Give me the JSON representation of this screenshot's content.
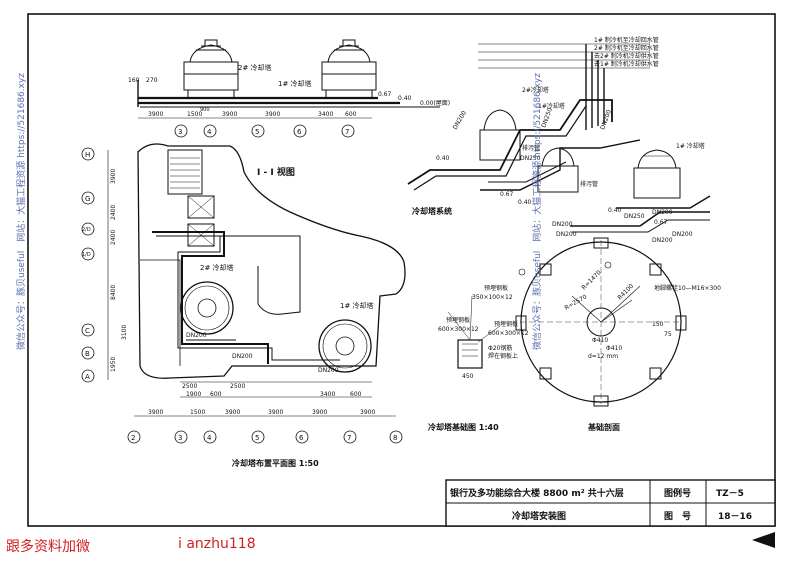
{
  "elevation": {
    "tower1": "1# 冷却塔",
    "tower2": "2# 冷却塔",
    "dims_top": [
      "160",
      "270"
    ],
    "dims_row": [
      "3900",
      "1500",
      "900",
      "3900",
      "3900",
      "3400",
      "600"
    ],
    "axes": [
      "3",
      "4",
      "5",
      "6",
      "7"
    ],
    "levels": [
      "0.67",
      "0.40",
      "0.00(屋面)"
    ]
  },
  "section_title": "I - I 视图",
  "plan": {
    "row_axes": [
      "H",
      "G",
      "2/D",
      "1/D",
      "C",
      "B",
      "A"
    ],
    "side_dims": [
      "3900",
      "2400",
      "2400",
      "8400",
      "3100",
      "1950"
    ],
    "col_axes_bottom": [
      "2",
      "3",
      "4",
      "5",
      "6",
      "7",
      "8"
    ],
    "dims_row1": [
      "2500",
      "2500"
    ],
    "dims_row2": [
      "1900",
      "600",
      "3400",
      "600"
    ],
    "dims_row3": [
      "3900",
      "1500",
      "3900",
      "3900",
      "3900",
      "3900"
    ],
    "tower1": "1# 冷却塔",
    "tower2": "2# 冷却塔",
    "pipes": [
      "DN200",
      "DN200",
      "DN200"
    ],
    "title": "冷却塔布置平面图 1:50"
  },
  "iso": {
    "legend": [
      "1# 制冷机至冷却回水管",
      "2# 制冷机至冷却回水管",
      "去2# 制冷机冷却供水管",
      "去1# 制冷机冷却供水管"
    ],
    "labels": [
      "DN200",
      "DN250",
      "DN200",
      "DN250",
      "DN200",
      "DN200",
      "0.40",
      "0.40",
      "0.67",
      "2#冷却塔",
      "1#冷却塔",
      "排污管",
      "排污管"
    ],
    "title": "冷却塔系统",
    "detail_tower": "1# 冷却塔",
    "detail_labels": [
      "DN200",
      "DN250",
      "0.40",
      "0.67",
      "DN200",
      "DN200"
    ]
  },
  "foundation": {
    "plates": [
      "预埋钢板",
      "350×100×12",
      "预埋钢板",
      "600×300×12",
      "预埋钢板",
      "600×300×12"
    ],
    "rebar": [
      "Φ20钢筋",
      "焊在钢板上"
    ],
    "dims": [
      "450",
      "R=1470",
      "R=2570",
      "R4100",
      "Φ410",
      "Φ410",
      "d=12 mm",
      "150",
      "75"
    ],
    "bolt": "地脚螺栓10—M16×300",
    "title_left": "冷却塔基础图 1:40",
    "title_right": "基础剖面"
  },
  "title_block": {
    "project": "银行及多功能综合大楼 8800 m² 共十六层",
    "drawing": "冷却塔安装图",
    "label_no": "图例号",
    "value_no": "TZ－5",
    "label_fig": "图　号",
    "value_fig": "18－16"
  },
  "watermark_left": "微信公众号：豚贝useful　网站：大猫工程资源 https://521686.xyz",
  "watermark_right": "微信公众号：豚贝useful　网站：大猫工程资源 https://521686.xyz",
  "footer": {
    "left": "跟多资料加微",
    "right": "i anzhu118"
  }
}
